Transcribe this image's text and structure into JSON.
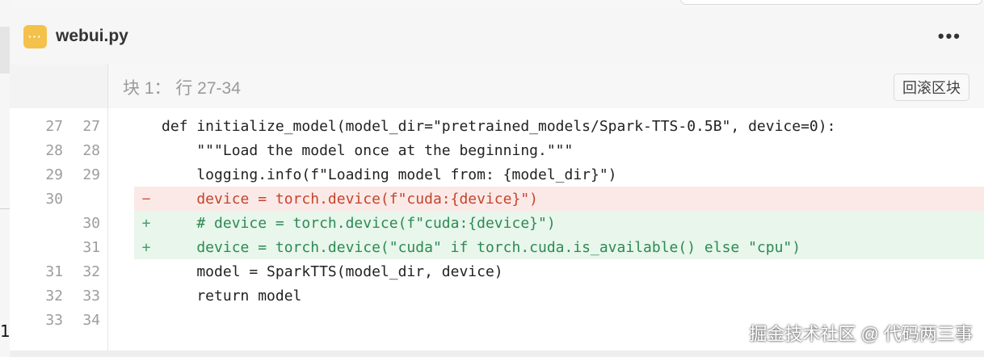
{
  "file": {
    "name": "webui.py",
    "icon": "python-file-icon",
    "icon_glyph": "···",
    "icon_color": "#f4c24a",
    "more_label": "•••"
  },
  "hunk": {
    "label": "块 1： 行 27-34",
    "revert_label": "回滚区块"
  },
  "lines": [
    {
      "type": "context",
      "old": "27",
      "new": "27",
      "sign": "",
      "code": "def initialize_model(model_dir=\"pretrained_models/Spark-TTS-0.5B\", device=0):"
    },
    {
      "type": "context",
      "old": "28",
      "new": "28",
      "sign": "",
      "code": "    \"\"\"Load the model once at the beginning.\"\"\""
    },
    {
      "type": "context",
      "old": "29",
      "new": "29",
      "sign": "",
      "code": "    logging.info(f\"Loading model from: {model_dir}\")"
    },
    {
      "type": "removed",
      "old": "30",
      "new": "",
      "sign": "−",
      "code": "    device = torch.device(f\"cuda:{device}\")"
    },
    {
      "type": "added",
      "old": "",
      "new": "30",
      "sign": "+",
      "code": "    # device = torch.device(f\"cuda:{device}\")"
    },
    {
      "type": "added",
      "old": "",
      "new": "31",
      "sign": "+",
      "code": "    device = torch.device(\"cuda\" if torch.cuda.is_available() else \"cpu\")"
    },
    {
      "type": "context",
      "old": "31",
      "new": "32",
      "sign": "",
      "code": "    model = SparkTTS(model_dir, device)"
    },
    {
      "type": "context",
      "old": "32",
      "new": "33",
      "sign": "",
      "code": "    return model"
    },
    {
      "type": "context",
      "old": "33",
      "new": "34",
      "sign": "",
      "code": ""
    }
  ],
  "colors": {
    "removed_bg": "#fbe9e7",
    "removed_text": "#c4442b",
    "added_bg": "#e8f6ec",
    "added_text": "#2d8a52"
  },
  "left_mark": "1",
  "watermark": "掘金技术社区 @ 代码两三事"
}
